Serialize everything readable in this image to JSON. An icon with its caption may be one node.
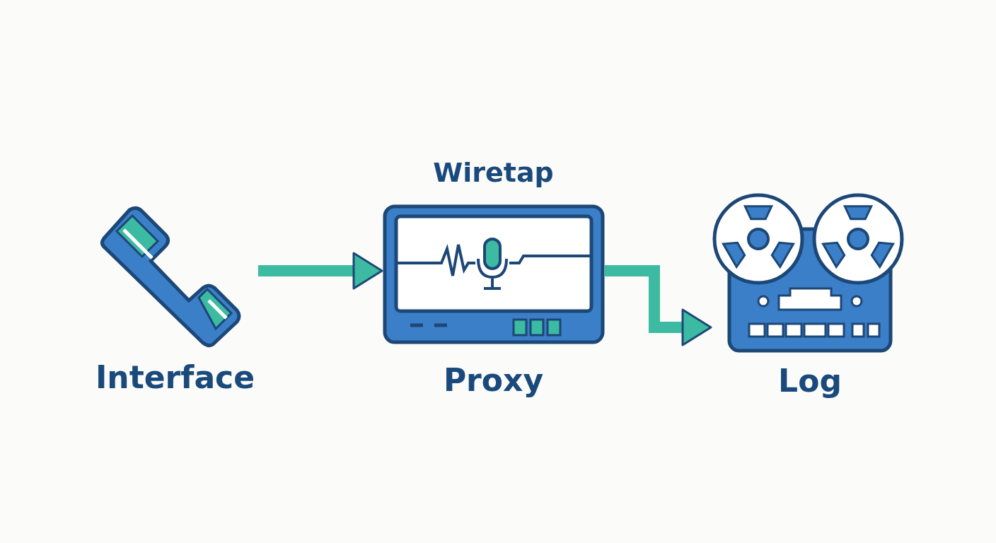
{
  "diagram": {
    "nodes": [
      {
        "text": [
          "Interface"
        ]
      },
      {
        "text": [
          "Wiretap",
          "Proxy"
        ]
      },
      {
        "text": [
          "Log"
        ]
      }
    ],
    "edges": [
      {
        "from": 0,
        "to": 1,
        "arrow": "to"
      },
      {
        "from": 1,
        "to": 2,
        "arrow": "to"
      }
    ]
  }
}
